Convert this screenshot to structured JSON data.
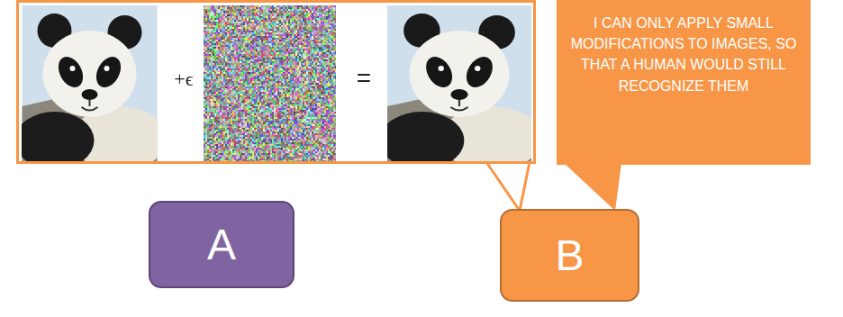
{
  "diagram": {
    "nodes": [
      {
        "text": [
          "+ϵ",
          "="
        ]
      },
      {
        "text": [
          "I CAN ONLY APPLY SMALL MODIFICATIONS TO IMAGES, SO THAT A HUMAN WOULD STILL RECOGNIZE THEM"
        ]
      },
      {
        "text": [
          "A"
        ]
      },
      {
        "text": [
          "B"
        ]
      }
    ],
    "edges": [
      {
        "from": 0,
        "to": 3,
        "arrow": "none"
      },
      {
        "from": 1,
        "to": 3,
        "arrow": "none"
      }
    ]
  }
}
